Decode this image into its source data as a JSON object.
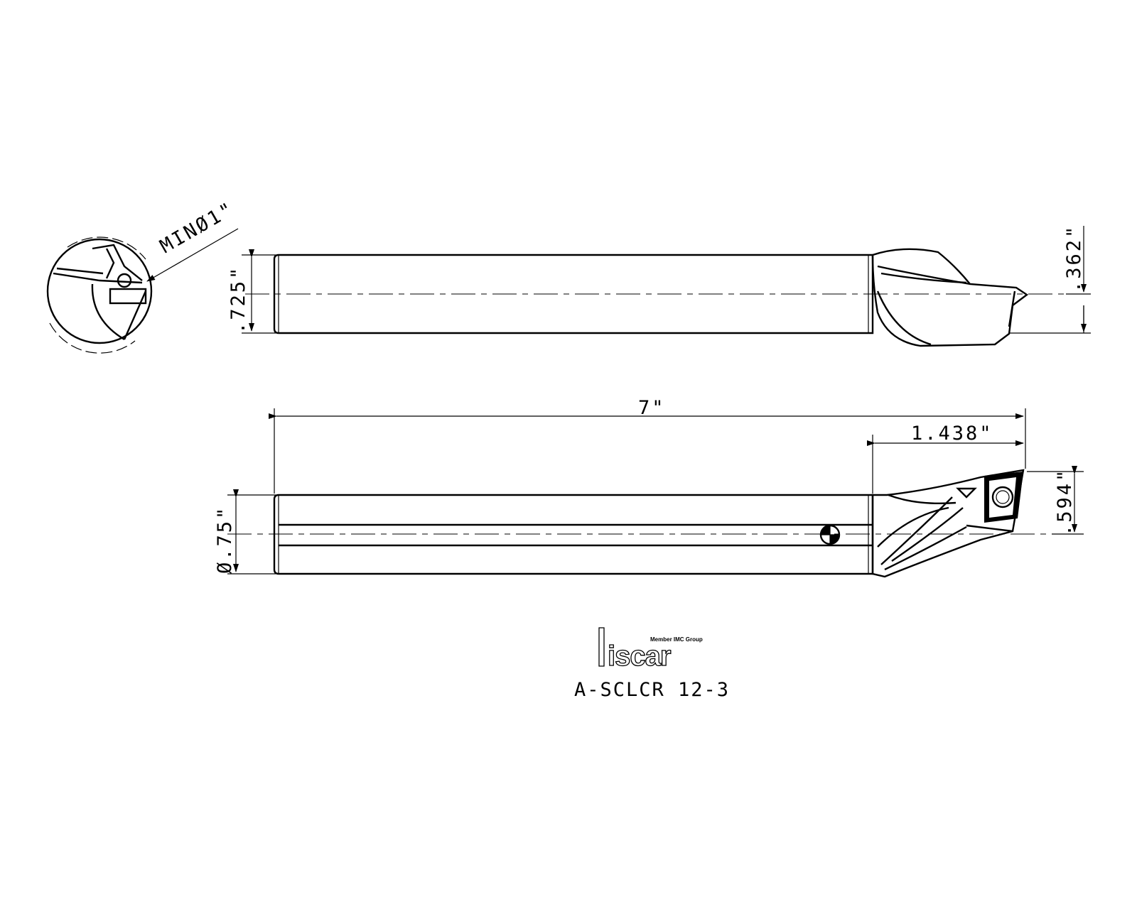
{
  "drawing": {
    "dimensions": {
      "min_bore": "MINØ1\"",
      "side_height": ".725\"",
      "side_offset": ".362\"",
      "overall_length": "7\"",
      "head_length": "1.438\"",
      "shank_diameter": "Ø.75\"",
      "tip_offset": ".594\""
    },
    "brand": {
      "member_text": "Member IMC Group",
      "logo_text": "iscar"
    },
    "part_number": "A-SCLCR 12-3"
  }
}
